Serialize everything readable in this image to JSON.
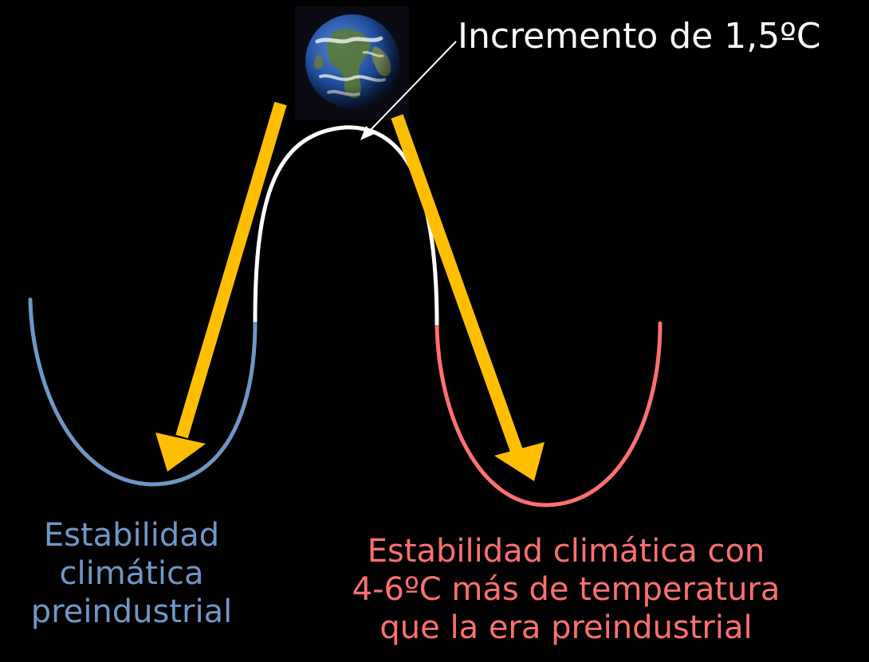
{
  "annotation": "Incremento de 1,5ºC",
  "left_label": {
    "lines": [
      "Estabilidad",
      "climática",
      "preindustrial"
    ]
  },
  "right_label": {
    "lines": [
      "Estabilidad climática con",
      "4-6ºC más de temperatura",
      "que la era preindustrial"
    ]
  },
  "colors": {
    "background": "#000000",
    "text_white": "#ffffff",
    "left_state": "#6f97c6",
    "right_state": "#ff7070",
    "arrow": "#ffbf00",
    "hill": "#ffffff"
  },
  "icons": {
    "earth": "earth-globe-icon"
  }
}
